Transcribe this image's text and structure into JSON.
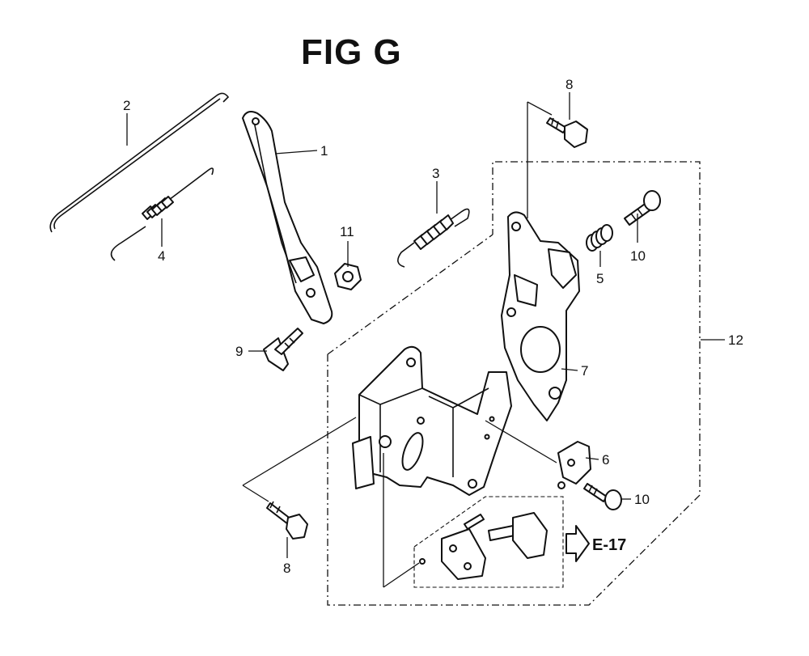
{
  "figure": {
    "title": "FIG G",
    "reference_label": "E-17"
  },
  "callouts": {
    "c1": "1",
    "c2": "2",
    "c3": "3",
    "c4": "4",
    "c5": "5",
    "c6": "6",
    "c7": "7",
    "c8_top": "8",
    "c8_bottom": "8",
    "c9": "9",
    "c10_top": "10",
    "c10_bottom": "10",
    "c11": "11",
    "c12": "12"
  }
}
